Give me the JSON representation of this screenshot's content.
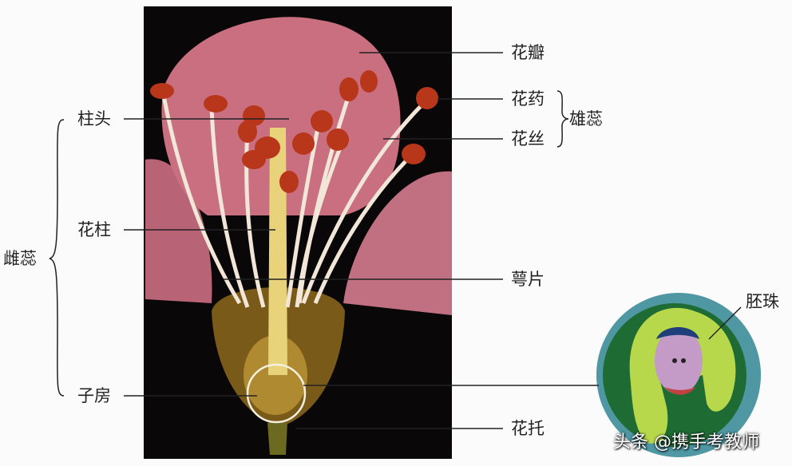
{
  "labels": {
    "petal": "花瓣",
    "anther": "花药",
    "filament": "花丝",
    "stamen": "雄蕊",
    "stigma": "柱头",
    "pistil": "雌蕊",
    "style": "花柱",
    "sepal": "萼片",
    "ovary": "子房",
    "receptacle": "花托",
    "ovule": "胚珠"
  },
  "watermark": "头条 @携手考教师",
  "colors": {
    "photo_bg": "#0a0708",
    "petal": "#c96f80",
    "anther": "#b8361a",
    "ovule_outer": "#1f6b34",
    "ovule_inner": "#b7d84a",
    "embryo_sac": "#c49ac7"
  }
}
